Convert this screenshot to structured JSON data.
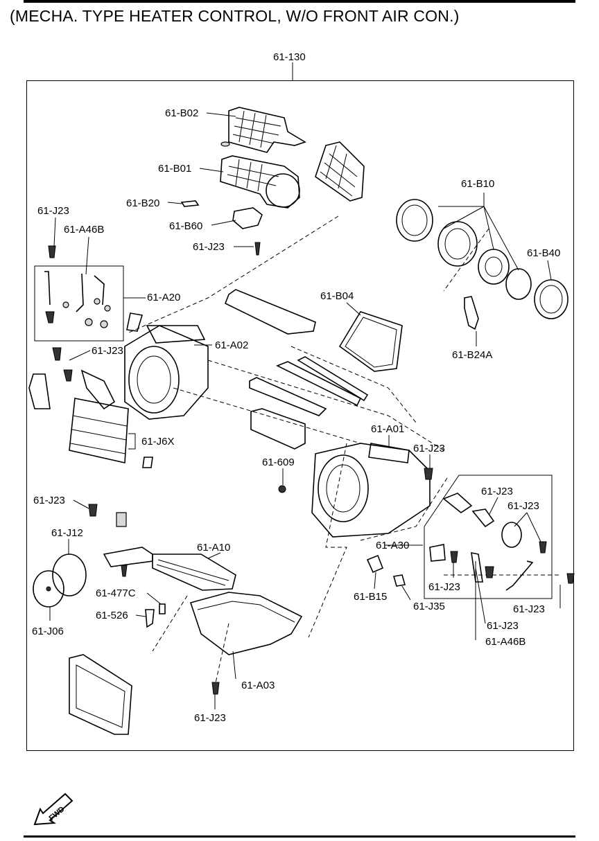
{
  "header": {
    "title": "(MECHA. TYPE HEATER CONTROL, W/O FRONT AIR CON.)"
  },
  "diagram": {
    "labels": {
      "l_61_130": "61-130",
      "l_61_B02": "61-B02",
      "l_61_B01": "61-B01",
      "l_61_B20": "61-B20",
      "l_61_B60": "61-B60",
      "l_61_J23_a": "61-J23",
      "l_61_J23_b": "61-J23",
      "l_61_A46B_a": "61-A46B",
      "l_61_A20": "61-A20",
      "l_61_A02": "61-A02",
      "l_61_J23_c": "61-J23",
      "l_61_B10": "61-B10",
      "l_61_B40": "61-B40",
      "l_61_B04": "61-B04",
      "l_61_B24A": "61-B24A",
      "l_61_J6X": "61-J6X",
      "l_61_A01": "61-A01",
      "l_61_J23_d": "61-J23",
      "l_61_609": "61-609",
      "l_61_J23_e": "61-J23",
      "l_61_J23_f": "61-J23",
      "l_61_J23_g": "61-J23",
      "l_61_J12": "61-J12",
      "l_61_A10": "61-A10",
      "l_61_A30": "61-A30",
      "l_61_J23_h": "61-J23",
      "l_61_477C": "61-477C",
      "l_61_526": "61-526",
      "l_61_B15": "61-B15",
      "l_61_J35": "61-J35",
      "l_61_J23_i": "61-J23",
      "l_61_J06": "61-J06",
      "l_61_J23_j": "61-J23",
      "l_61_A46B_b": "61-A46B",
      "l_61_A03": "61-A03",
      "l_61_J23_k": "61-J23"
    },
    "fwd_label": "FWD"
  }
}
